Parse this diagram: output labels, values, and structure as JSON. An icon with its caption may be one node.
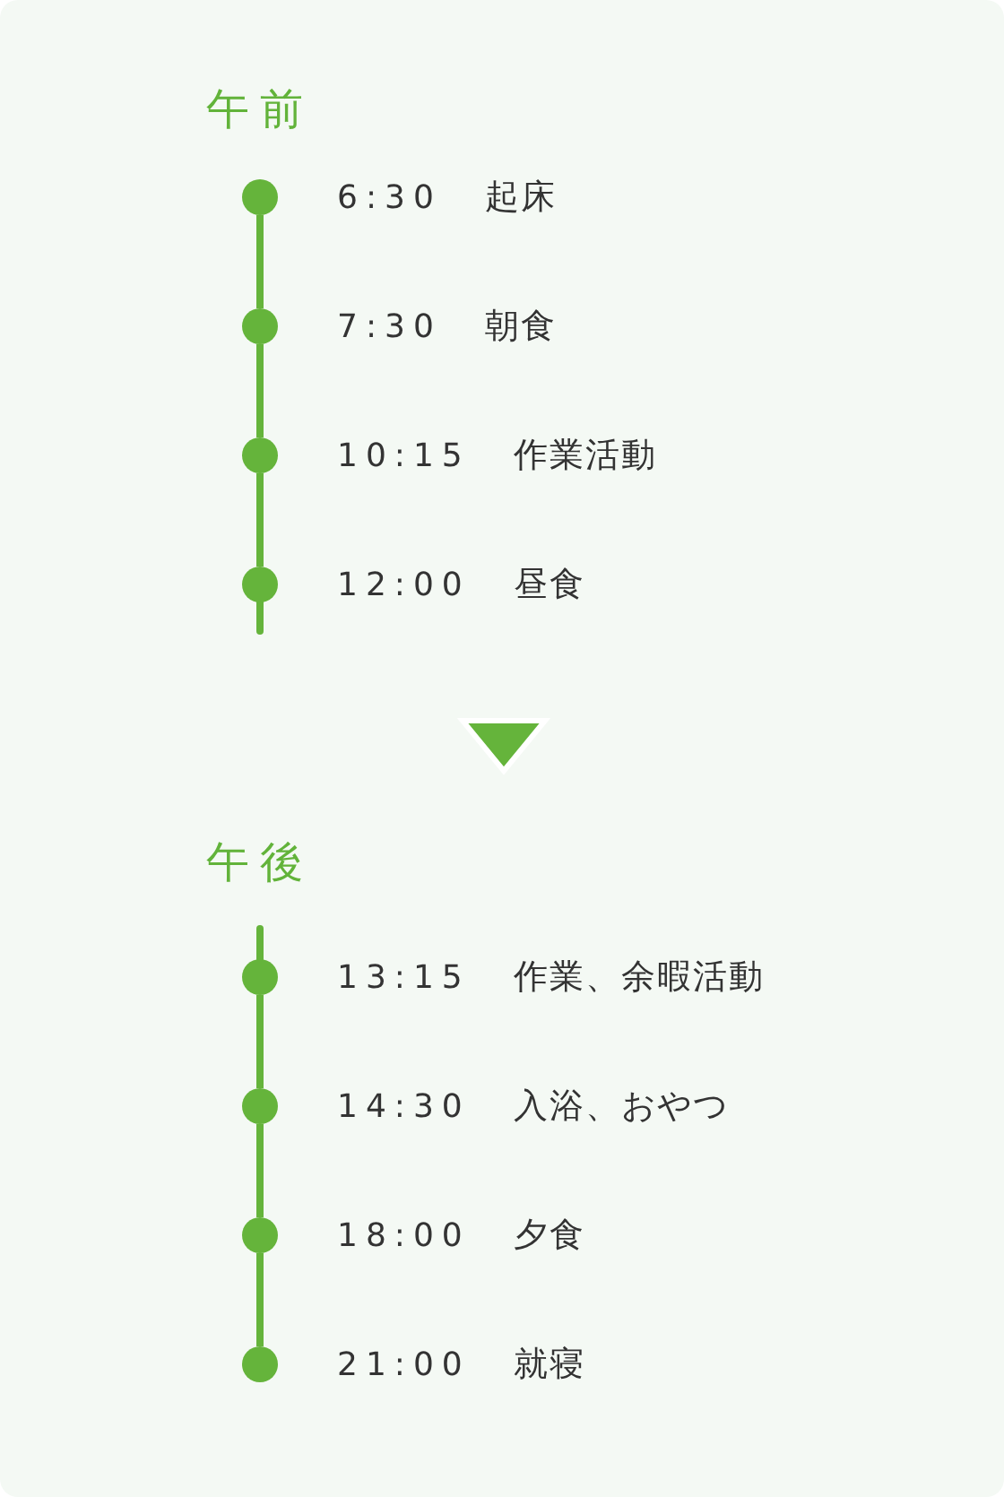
{
  "diagram": {
    "nodes": [
      {
        "text": [],
        "shape": "circle",
        "beside": [
          "6:30",
          "起床"
        ]
      },
      {
        "text": [],
        "shape": "circle",
        "beside": [
          "7:30",
          "朝食"
        ]
      },
      {
        "text": [],
        "shape": "circle",
        "beside": [
          "10:15",
          "作業活動"
        ]
      },
      {
        "text": [],
        "shape": "circle",
        "beside": [
          "12:00",
          "昼食"
        ]
      },
      {
        "text": [],
        "shape": "circle",
        "beside": [
          "13:15",
          "作業、余暇活動"
        ]
      },
      {
        "text": [],
        "shape": "circle",
        "beside": [
          "14:30",
          "入浴、おやつ"
        ]
      },
      {
        "text": [],
        "shape": "circle",
        "beside": [
          "18:00",
          "夕食"
        ]
      },
      {
        "text": [],
        "shape": "circle",
        "beside": [
          "21:00",
          "就寝"
        ]
      }
    ],
    "edges": [
      {
        "from": 0,
        "to": 1,
        "arrow": "none"
      },
      {
        "from": 1,
        "to": 2,
        "arrow": "none"
      },
      {
        "from": 2,
        "to": 3,
        "arrow": "none"
      },
      {
        "from": 4,
        "to": 5,
        "arrow": "none"
      },
      {
        "from": 5,
        "to": 6,
        "arrow": "none"
      },
      {
        "from": 6,
        "to": 7,
        "arrow": "none"
      }
    ],
    "labels": [
      "午前",
      "午後"
    ]
  }
}
